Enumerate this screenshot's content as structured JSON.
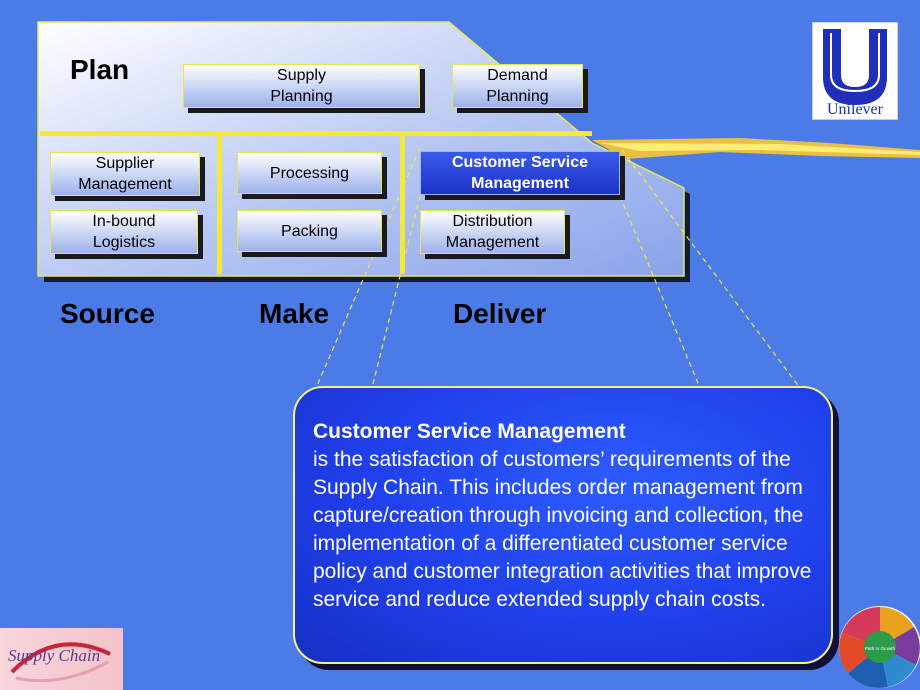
{
  "diagram": {
    "sections": {
      "plan": "Plan",
      "source": "Source",
      "make": "Make",
      "deliver": "Deliver"
    },
    "boxes": {
      "supply_planning": "Supply\nPlanning",
      "demand_planning": "Demand\nPlanning",
      "supplier_management": "Supplier\nManagement",
      "inbound_logistics": "In-bound\nLogistics",
      "processing": "Processing",
      "packing": "Packing",
      "customer_service_management": "Customer Service\nManagement",
      "distribution_management": "Distribution\nManagement"
    }
  },
  "callout": {
    "title": "Customer Service Management",
    "body": "is the satisfaction of customers’ requirements of the Supply Chain.  This includes order management from capture/creation through invoicing and collection, the implementation of a differentiated customer service policy and customer integration activities that improve service and reduce extended supply chain costs."
  },
  "logos": {
    "unilever": "Unilever",
    "supply_chain": "Supply Chain",
    "wheel_center": "Path to Growth"
  },
  "colors": {
    "background": "#4a7be6",
    "accent_yellow": "#f2e93a",
    "callout_blue": "#1f3fea"
  }
}
